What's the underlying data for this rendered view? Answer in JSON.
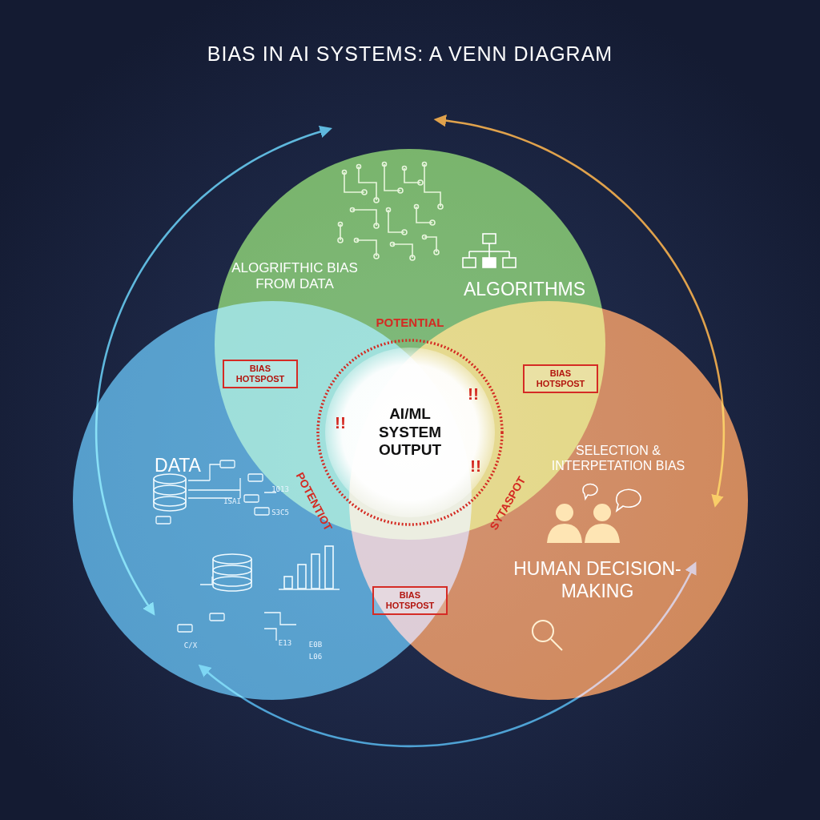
{
  "diagram": {
    "title": "BIAS IN AI SYSTEMS: A VENN DIAGRAM",
    "nodes": [
      {
        "text": [
          "ALOGRIFTHIC BIAS FROM DATA",
          "ALGORITHMS"
        ]
      },
      {
        "text": [
          "DATA"
        ]
      },
      {
        "text": [
          "SELECTION & INTERPETATION BIAS",
          "HUMAN DECISION-MAKING"
        ]
      },
      {
        "text": [
          "AI/ML SYSTEM OUTPUT"
        ]
      },
      {
        "text": [
          "BIAS HOTSPOST"
        ]
      },
      {
        "text": [
          "BIAS HOTSPOST"
        ]
      },
      {
        "text": [
          "BIAS HOTSPOST"
        ]
      }
    ],
    "edges": [
      {
        "from": 0,
        "to": 1,
        "arrow": "both"
      },
      {
        "from": 0,
        "to": 2,
        "arrow": "both"
      },
      {
        "from": 2,
        "to": 1,
        "arrow": "both"
      }
    ],
    "labels": [
      "POTENTIAL",
      "!!",
      "!!",
      "!!",
      "POTENTIOT",
      "SYTASPOT",
      "1013",
      "ISAI",
      "S3C5",
      "C/X",
      "E13",
      "E0B",
      "L06"
    ]
  }
}
